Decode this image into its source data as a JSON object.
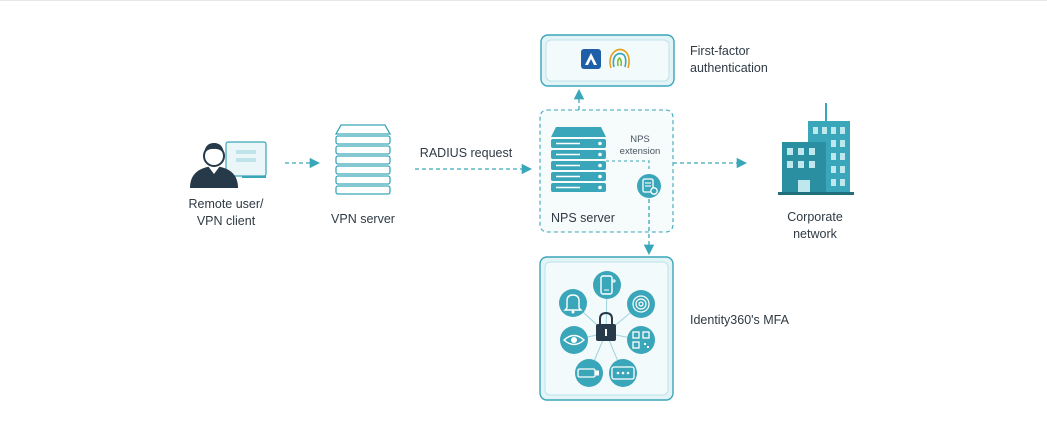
{
  "nodes": {
    "remote_user": "Remote user/\nVPN client",
    "vpn_server": "VPN server",
    "radius_request": "RADIUS request",
    "nps_server": "NPS server",
    "nps_extension": "NPS\nextension",
    "first_factor": "First-factor\nauthentication",
    "corporate_network": "Corporate\nnetwork",
    "mfa": "Identity360's MFA"
  },
  "colors": {
    "accent": "#3aa6b9",
    "accent_light": "#e9f6f8",
    "dark": "#1f4a55",
    "navy": "#263a4a"
  },
  "icons": {
    "remote_user": "user-at-computer-icon",
    "vpn_server": "server-stack-icon",
    "nps_server": "server-stack-icon",
    "nps_extension": "settings-document-icon",
    "first_factor": [
      "azure-logo-icon",
      "fingerprint-icon"
    ],
    "corporate_network": "office-buildings-icon",
    "mfa_methods": [
      "phone-push-icon",
      "fingerprint-icon",
      "qr-code-icon",
      "otp-icon",
      "usb-key-icon",
      "eye-icon",
      "bell-icon",
      "padlock-icon"
    ]
  }
}
